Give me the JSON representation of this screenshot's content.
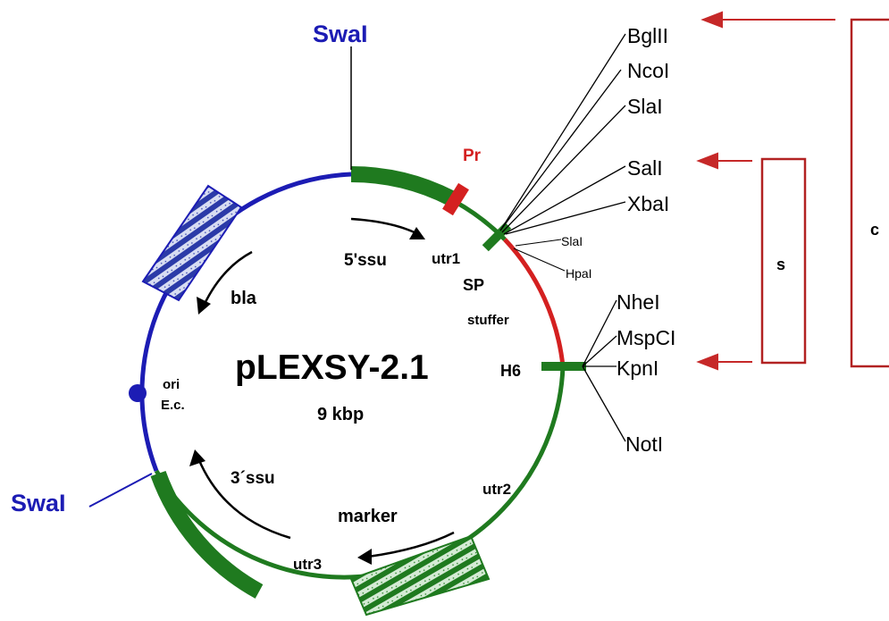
{
  "plasmid": {
    "name": "pLEXSY-2.1",
    "size": "9 kbp"
  },
  "swa_sites": {
    "top": "SwaI",
    "left": "SwaI"
  },
  "features": {
    "pr": "Pr",
    "utr1": "utr1",
    "sp": "SP",
    "stuffer": "stuffer",
    "h6": "H6",
    "utr2": "utr2",
    "utr3": "utr3",
    "marker": "marker",
    "ssu5": "5'ssu",
    "ssu3": "3´ssu",
    "bla": "bla",
    "ori": "ori",
    "ec": "E.c."
  },
  "restriction_sites": {
    "upper": [
      "BglII",
      "NcoI",
      "SlaI",
      "SalI",
      "XbaI"
    ],
    "stuffer_small": [
      "SlaI",
      "HpaI"
    ],
    "lower": [
      "NheI",
      "MspCI",
      "KpnI",
      "NotI"
    ]
  },
  "boxes": {
    "s": "s",
    "c": "c"
  },
  "colors": {
    "blue": "#1c1cb4",
    "green": "#1f7a1f",
    "red": "#d42020",
    "dark_red": "#b22222"
  }
}
